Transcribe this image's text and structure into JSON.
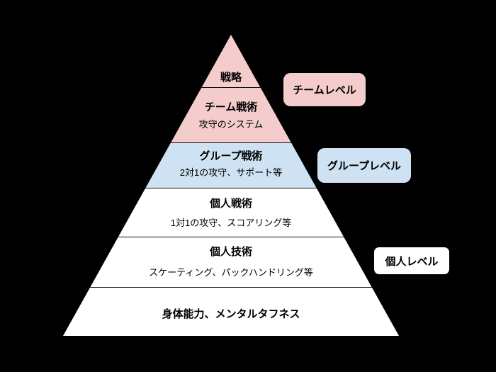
{
  "canvas": {
    "background_color": "#000000",
    "divider_line_color": "#111111"
  },
  "colors": {
    "team_pink": "#f4cccc",
    "group_blue": "#cfe2f3",
    "individual_white": "#ffffff",
    "text": "#000000"
  },
  "pyramid": {
    "levels": [
      {
        "title": "戦略",
        "subtitle": "",
        "fill": "#f4cccc",
        "group": "team"
      },
      {
        "title": "チーム戦術",
        "subtitle": "攻守のシステム",
        "fill": "#f4cccc",
        "group": "team"
      },
      {
        "title": "グループ戦術",
        "subtitle": "2対1の攻守、サポート等",
        "fill": "#cfe2f3",
        "group": "group"
      },
      {
        "title": "個人戦術",
        "subtitle": "1対1の攻守、スコアリング等",
        "fill": "#ffffff",
        "group": "individual"
      },
      {
        "title": "個人技術",
        "subtitle": "スケーティング、パックハンドリング等",
        "fill": "#ffffff",
        "group": "individual"
      },
      {
        "title": "身体能力、メンタルタフネス",
        "subtitle": "",
        "fill": "#ffffff",
        "group": "individual"
      }
    ]
  },
  "side_labels": [
    {
      "label": "チームレベル",
      "fill": "#f4cccc"
    },
    {
      "label": "グループレベル",
      "fill": "#cfe2f3"
    },
    {
      "label": "個人レベル",
      "fill": "#ffffff"
    }
  ]
}
